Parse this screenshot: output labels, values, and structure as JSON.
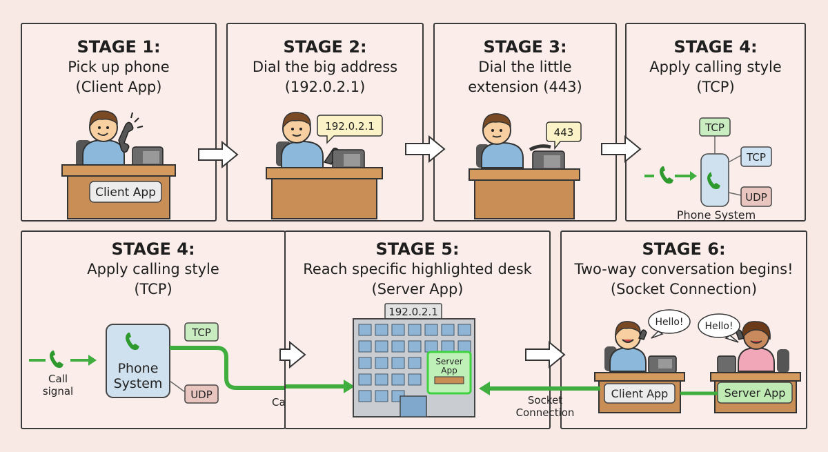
{
  "stages": [
    {
      "title": "STAGE 1:",
      "line1": "Pick up phone",
      "line2": "(Client App)",
      "desk_label": "Client App"
    },
    {
      "title": "STAGE 2:",
      "line1": "Dial the big address",
      "line2": "(192.0.2.1)",
      "bubble": "192.0.2.1"
    },
    {
      "title": "STAGE 3:",
      "line1": "Dial the little",
      "line2": "extension (443)",
      "bubble": "443"
    },
    {
      "title": "STAGE 4:",
      "line1": "Apply calling style",
      "line2": "(TCP)",
      "tcp_top": "TCP",
      "tcp_right": "TCP",
      "udp": "UDP",
      "system_label": "Phone System"
    },
    {
      "title": "STAGE 4:",
      "line1": "Apply calling style",
      "line2": "(TCP)",
      "signal_label_1": "Call",
      "signal_label_2": "signal",
      "phone_system_1": "Phone",
      "phone_system_2": "System",
      "tcp": "TCP",
      "udp": "UDP",
      "call_label": "Call"
    },
    {
      "title": "STAGE 5:",
      "line1": "Reach specific highlighted desk",
      "line2": "(Server App)",
      "building_sign": "192.0.2.1",
      "server_desk_1": "Server",
      "server_desk_2": "App"
    },
    {
      "title": "STAGE 6:",
      "line1": "Two-way conversation begins!",
      "line2": "(Socket Connection)",
      "hello_left": "Hello!",
      "hello_right": "Hello!",
      "client_desk": "Client App",
      "server_desk": "Server App",
      "socket_label_1": "Socket",
      "socket_label_2": "Connection"
    }
  ],
  "colors": {
    "panel_border": "#3a3a3a",
    "green": "#3fae3f",
    "tcp_green": "#c9ecc0",
    "udp_pink": "#e8c6bf",
    "tcp_blue": "#cfe3f2",
    "desk": "#c98e55"
  }
}
